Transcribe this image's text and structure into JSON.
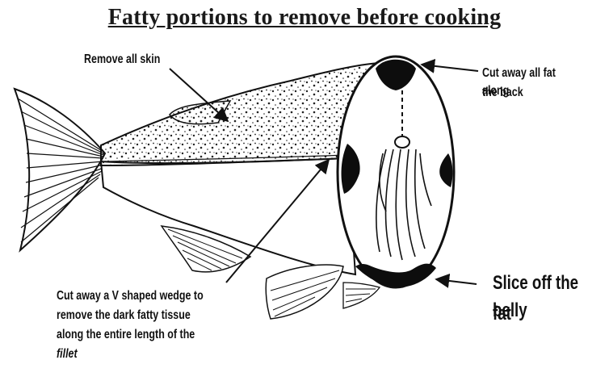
{
  "title": "Fatty portions to remove before cooking",
  "callouts": {
    "skin": "Remove all skin",
    "back_line1": "Cut away all fat along",
    "back_line2": "the back",
    "belly_line1": "Slice off the belly",
    "belly_line2": "fat",
    "wedge_line1": "Cut away a V shaped wedge to",
    "wedge_line2": "remove the dark fatty tissue",
    "wedge_line3": "along the entire length of the",
    "wedge_line4": "fillet"
  },
  "colors": {
    "ink": "#111111",
    "fat_region": "#0d0d0d",
    "background": "#ffffff"
  }
}
